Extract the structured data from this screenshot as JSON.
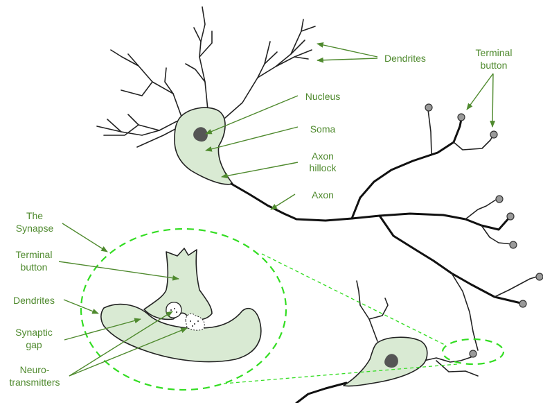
{
  "labels": {
    "dendrites_top": "Dendrites",
    "terminal_button_top_1": "Terminal",
    "terminal_button_top_2": "button",
    "nucleus": "Nucleus",
    "soma": "Soma",
    "axon_hillock_1": "Axon",
    "axon_hillock_2": "hillock",
    "axon": "Axon",
    "synapse_1": "The",
    "synapse_2": "Synapse",
    "terminal_button_left_1": "Terminal",
    "terminal_button_left_2": "button",
    "dendrites_left": "Dendrites",
    "synaptic_gap_1": "Synaptic",
    "synaptic_gap_2": "gap",
    "neurotransmitters_1": "Neuro-",
    "neurotransmitters_2": "transmitters"
  },
  "colors": {
    "label": "#4f8a2e",
    "cell_fill": "#d9ead3",
    "zoom_outline": "#33dd22"
  }
}
